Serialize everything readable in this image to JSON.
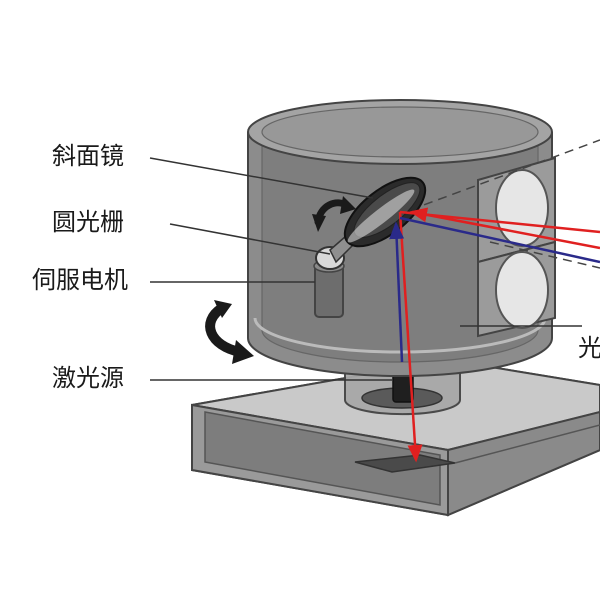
{
  "labels": {
    "mirror": "斜面镜",
    "grating": "圆光栅",
    "motor": "伺服电机",
    "laser": "激光源",
    "receiver": "光"
  },
  "colors": {
    "body_fill": "#8f8f8f",
    "outline": "#444444",
    "laser_red": "#e02020",
    "laser_blue": "#2a2a8a",
    "lens": "#e6e6e6"
  }
}
